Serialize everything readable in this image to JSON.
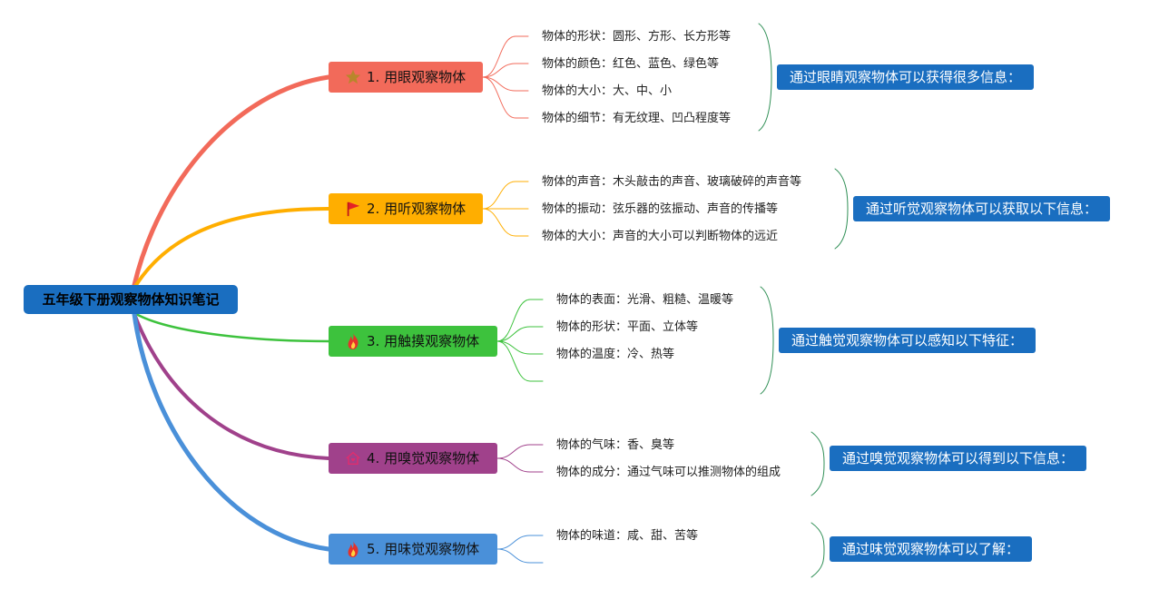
{
  "root": {
    "label": "五年级下册观察物体知识笔记"
  },
  "branches": [
    {
      "label": "1. 用眼观察物体",
      "icon": "star-icon",
      "color": "#f26a5a",
      "leaves": [
        "物体的形状：圆形、方形、长方形等",
        "物体的颜色：红色、蓝色、绿色等",
        "物体的大小：大、中、小",
        "物体的细节：有无纹理、凹凸程度等"
      ],
      "summary": "通过眼睛观察物体可以获得很多信息："
    },
    {
      "label": "2. 用听观察物体",
      "icon": "flag-icon",
      "color": "#ffae00",
      "leaves": [
        "物体的声音：木头敲击的声音、玻璃破碎的声音等",
        "物体的振动：弦乐器的弦振动、声音的传播等",
        "物体的大小：声音的大小可以判断物体的远近"
      ],
      "summary": "通过听觉观察物体可以获取以下信息："
    },
    {
      "label": "3. 用触摸观察物体",
      "icon": "fire-icon",
      "color": "#3dc23d",
      "leaves": [
        "物体的表面：光滑、粗糙、温暖等",
        "物体的形状：平面、立体等",
        "物体的温度：冷、热等"
      ],
      "summary": "通过触觉观察物体可以感知以下特征："
    },
    {
      "label": "4. 用嗅觉观察物体",
      "icon": "house-icon",
      "color": "#a0418b",
      "leaves": [
        "物体的气味：香、臭等",
        "物体的成分：通过气味可以推测物体的组成"
      ],
      "summary": "通过嗅觉观察物体可以得到以下信息："
    },
    {
      "label": "5. 用味觉观察物体",
      "icon": "fire-icon",
      "color": "#4a90d9",
      "leaves": [
        "物体的味道：咸、甜、苦等"
      ],
      "summary": "通过味觉观察物体可以了解："
    }
  ]
}
